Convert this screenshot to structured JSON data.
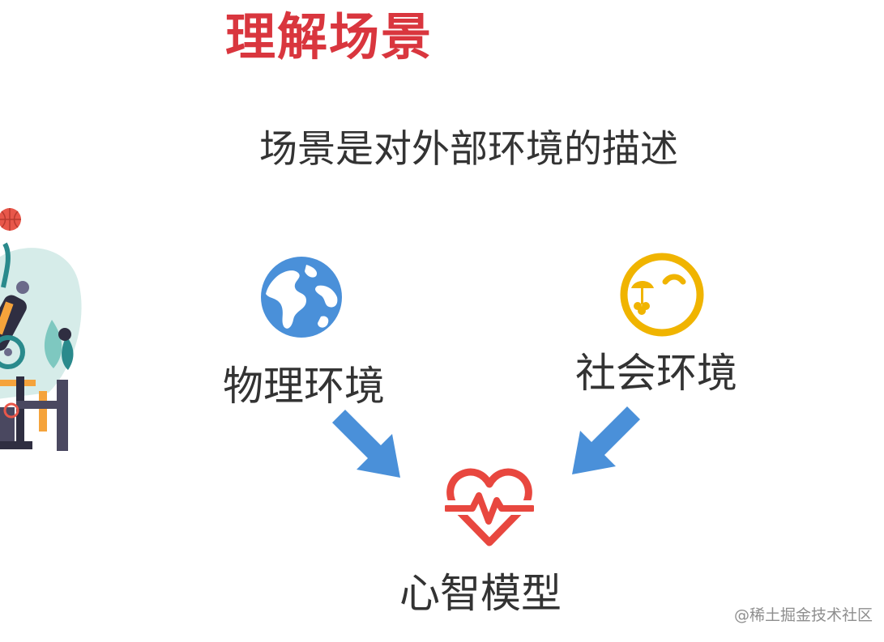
{
  "slide": {
    "title": "理解场景",
    "subtitle": "场景是对外部环境的描述"
  },
  "nodes": {
    "physical": "物理环境",
    "social": "社会环境",
    "mind": "心智模型"
  },
  "watermark": "@稀土掘金技术社区",
  "icons": {
    "globe": "globe-icon",
    "smiley": "smiley-icon",
    "heart": "heartbeat-icon",
    "arrows": "arrow-icon",
    "illustration": "decorative-illustration"
  },
  "colors": {
    "title": "#d9363e",
    "text": "#333333",
    "globe": "#4a90d9",
    "smiley": "#f0b400",
    "heart": "#e8473f",
    "arrow": "#4a90d9",
    "watermark": "#888888"
  }
}
